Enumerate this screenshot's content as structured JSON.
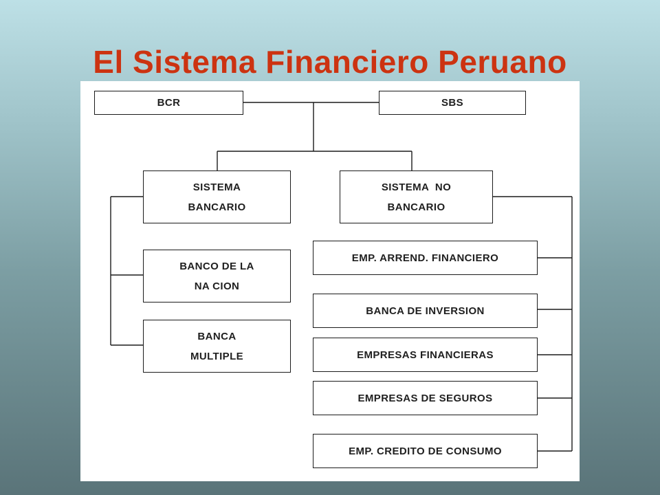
{
  "slide": {
    "title": "El Sistema Financiero Peruano",
    "title_color": "#cc3311"
  },
  "diagram": {
    "line_color": "#1a1a1a",
    "bcr": "BCR",
    "sbs": "SBS",
    "sistema_bancario": {
      "line1": "SISTEMA",
      "line2": "BANCARIO"
    },
    "sistema_no_bancario": {
      "line1": "SISTEMA  NO",
      "line2": "BANCARIO"
    },
    "banco_nacion": {
      "line1": "BANCO DE LA",
      "line2": "NA CION"
    },
    "banca_multiple": {
      "line1": "BANCA",
      "line2": "MULTIPLE"
    },
    "no_bancario_items": [
      "EMP. ARREND. FINANCIERO",
      "BANCA DE INVERSION",
      "EMPRESAS FINANCIERAS",
      "EMPRESAS DE SEGUROS",
      "EMP. CREDITO DE CONSUMO"
    ]
  }
}
